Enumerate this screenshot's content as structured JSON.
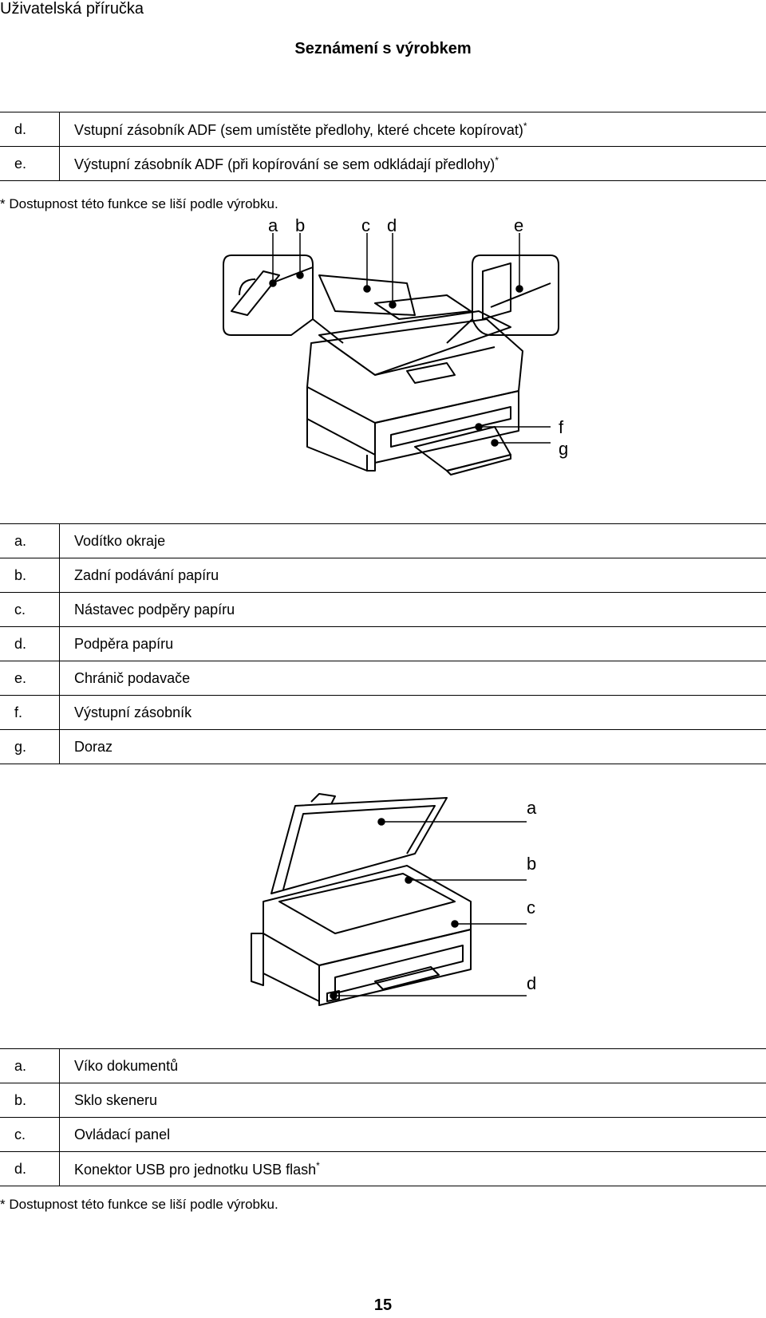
{
  "header": {
    "title": "Uživatelská příručka"
  },
  "section": {
    "title": "Seznámení s výrobkem"
  },
  "table1": [
    {
      "letter": "d.",
      "text": "Vstupní zásobník ADF (sem umístěte předlohy, které chcete kopírovat)",
      "mark": "*"
    },
    {
      "letter": "e.",
      "text": "Výstupní zásobník ADF (při kopírování se sem odkládají předlohy)",
      "mark": "*"
    }
  ],
  "footnote1": "* Dostupnost této funkce se liší podle výrobku.",
  "figure1": {
    "callouts": [
      "a",
      "b",
      "c",
      "d",
      "e",
      "f",
      "g"
    ]
  },
  "table2": [
    {
      "letter": "a.",
      "text": "Vodítko okraje"
    },
    {
      "letter": "b.",
      "text": "Zadní podávání papíru"
    },
    {
      "letter": "c.",
      "text": "Nástavec podpěry papíru"
    },
    {
      "letter": "d.",
      "text": "Podpěra papíru"
    },
    {
      "letter": "e.",
      "text": "Chránič podavače"
    },
    {
      "letter": "f.",
      "text": "Výstupní zásobník"
    },
    {
      "letter": "g.",
      "text": "Doraz"
    }
  ],
  "figure2": {
    "callouts": [
      "a",
      "b",
      "c",
      "d"
    ]
  },
  "table3": [
    {
      "letter": "a.",
      "text": "Víko dokumentů"
    },
    {
      "letter": "b.",
      "text": "Sklo skeneru"
    },
    {
      "letter": "c.",
      "text": "Ovládací panel"
    },
    {
      "letter": "d.",
      "text": "Konektor USB pro jednotku USB flash",
      "mark": "*"
    }
  ],
  "footnote2": "* Dostupnost této funkce se liší podle výrobku.",
  "page": {
    "number": "15"
  }
}
